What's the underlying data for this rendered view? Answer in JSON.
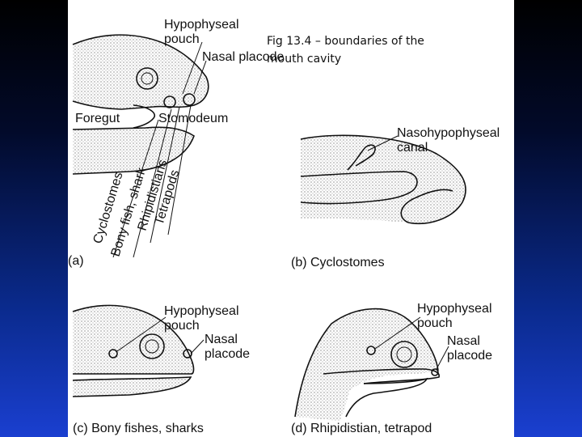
{
  "caption": {
    "fig_no": "Fig 13.4",
    "text": " – boundaries of the mouth cavity"
  },
  "panel_a": {
    "label": "(a)",
    "hypophyseal_pouch": [
      "Hypophyseal",
      "pouch"
    ],
    "nasal_placode": "Nasal placode",
    "foregut": "Foregut",
    "stomodeum": "Stomodeum",
    "groups": [
      "Cyclostomes",
      "Bony fish, shark",
      "Rhipidistians",
      "Tetrapods"
    ]
  },
  "panel_b": {
    "label": "(b) Cyclostomes",
    "canal": [
      "Nasohypophyseal",
      "canal"
    ]
  },
  "panel_c": {
    "label": "(c) Bony fishes, sharks",
    "hypophyseal_pouch": [
      "Hypophyseal",
      "pouch"
    ],
    "nasal_placode": [
      "Nasal",
      "placode"
    ]
  },
  "panel_d": {
    "label": "(d) Rhipidistian, tetrapod",
    "hypophyseal_pouch": [
      "Hypophyseal",
      "pouch"
    ],
    "nasal_placode": [
      "Nasal",
      "placode"
    ]
  }
}
